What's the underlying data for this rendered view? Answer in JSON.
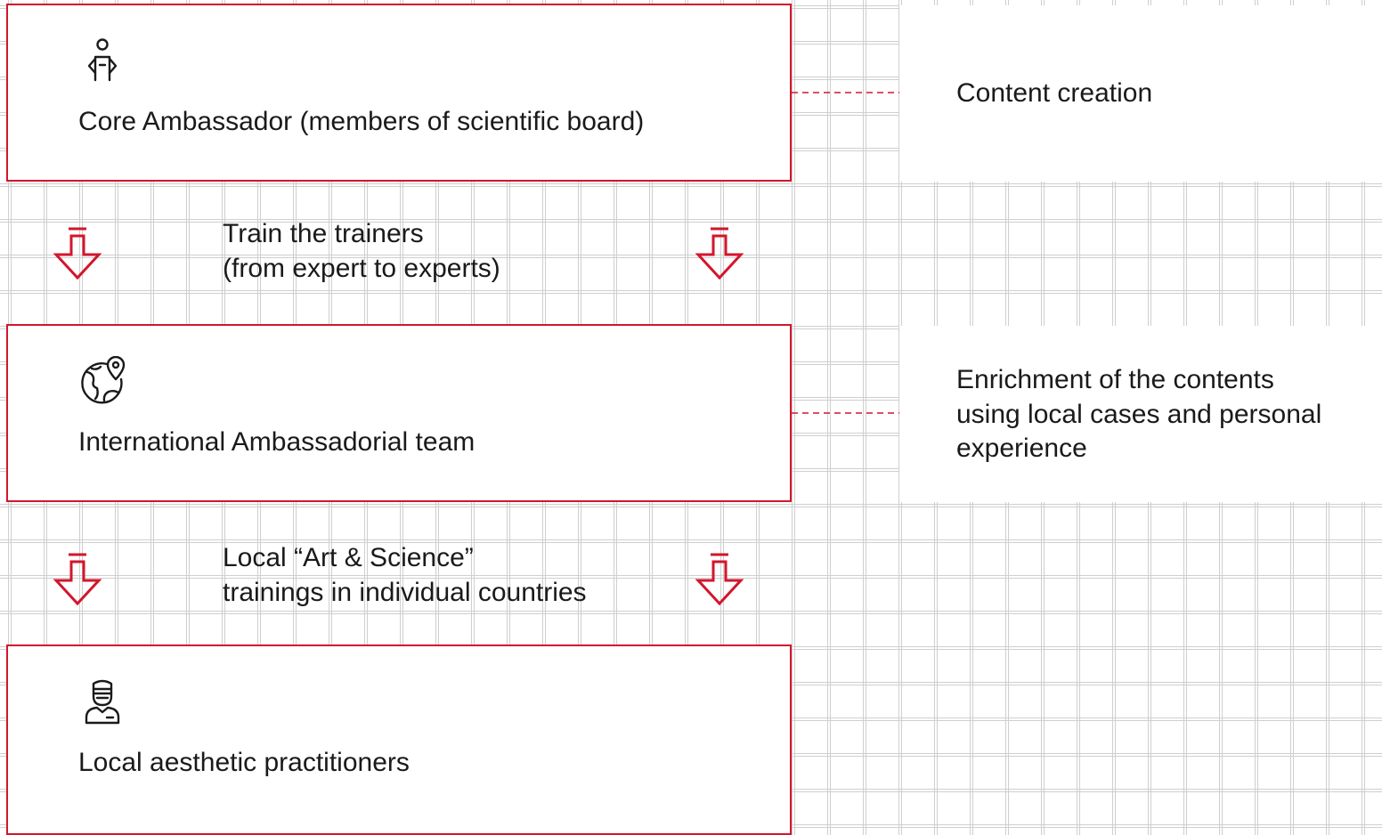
{
  "colors": {
    "accent": "#d2162c",
    "text": "#1a1a1a",
    "grid": "#cfcfcf"
  },
  "roles": [
    {
      "label": "Core Ambassador (members of scientific board)",
      "icon": "person-icon"
    },
    {
      "label": "International Ambassadorial team",
      "icon": "globe-location-icon"
    },
    {
      "label": "Local aesthetic practitioners",
      "icon": "practitioner-icon"
    }
  ],
  "activities": [
    {
      "text": "Content creation"
    },
    {
      "text": "Enrichment of the contents\nusing local cases and personal\nexperience"
    }
  ],
  "steps": [
    {
      "text": "Train the trainers\n(from expert to experts)"
    },
    {
      "text": "Local “Art & Science”\ntrainings in individual countries"
    }
  ]
}
